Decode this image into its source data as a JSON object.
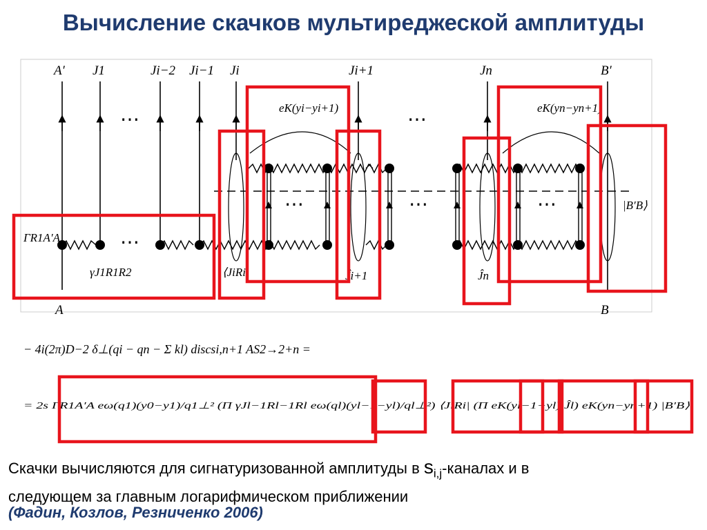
{
  "slide": {
    "title": "Вычисление скачков мультиреджеской амплитуды",
    "caption_pre": "Скачки вычисляются для сигнатуризованной амплитуды в ",
    "caption_s": "s",
    "caption_sub": "i,j",
    "caption_post": "-каналах и в",
    "caption_line2": "следующем за главным логарифмическом приближении",
    "reference": "(Фадин, Козлов, Резниченко 2006)"
  },
  "diagram": {
    "top_labels": [
      "A′",
      "J1",
      "Ji−2",
      "Ji−1",
      "Ji",
      "Ji+1",
      "Jn",
      "B′"
    ],
    "exp_label_1": "eK(yi−yi+1)",
    "exp_label_2": "eK(yn−yn+1)",
    "gamma_left": "ΓR1A′A",
    "gamma_bottom": "γJ1R1R2",
    "bra_label": "⟨JiRi|",
    "Ji1_label": "Ĵi+1",
    "Jn_label": "Ĵn",
    "ket_label": "|B′B⟩",
    "bottom_A": "A",
    "bottom_B": "B",
    "dots": "⋯"
  },
  "equations": {
    "line1": "− 4i(2π)D−2 δ⊥(qi − qn − Σ kl) discsi,n+1 AS2→2+n =",
    "line2": "= 2s ΓR1A′A eω(q1)(y0−y1)/q1⊥² (Π γJl−1Rl−1Rl eω(ql)(yl−1−yl)/ql⊥²) ⟨JiRi| (Π eK(yl−1−yl) Ĵl) eK(yn−yn+1) |B′B⟩"
  },
  "colors": {
    "title": "#1f3b6f",
    "highlight_box": "#e8141c",
    "reference": "#1f3b6f"
  }
}
